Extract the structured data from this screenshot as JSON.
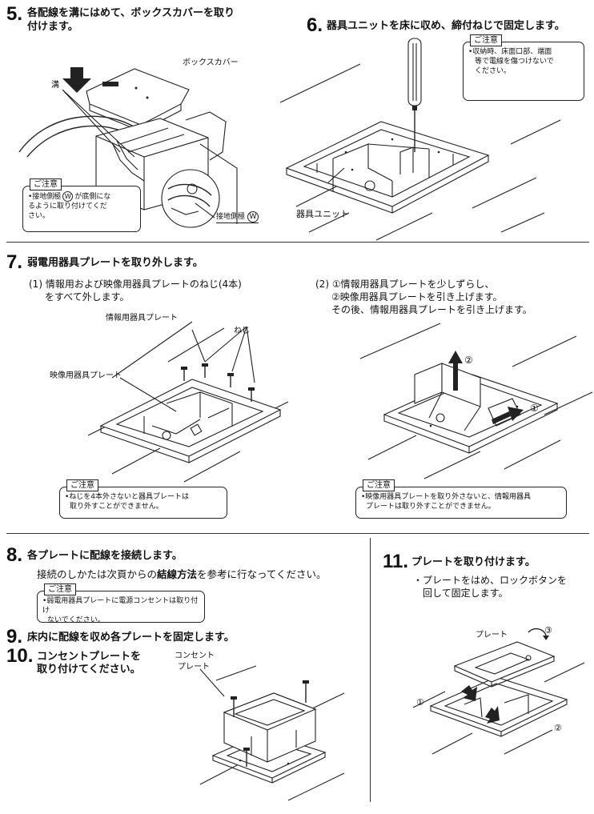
{
  "step5": {
    "number": "5.",
    "title_line1": "各配線を溝にはめて、ボックスカバーを取り",
    "title_line2": "付けます。",
    "label_box_cover": "ボックスカバー",
    "label_groove": "溝",
    "label_ground_side": "接地側極",
    "ground_symbol": "W",
    "caution_tag": "ご注意",
    "caution_pre": "•接地側極",
    "caution_post": "が底側にな",
    "caution_lines": [
      "るように取り付けてくだ",
      "さい。"
    ]
  },
  "step6": {
    "number": "6.",
    "title": "器具ユニットを床に収め、締付ねじで固定します。",
    "label_unit": "器具ユニット",
    "caution_tag": "ご注意",
    "caution_lines": [
      "•収納時、床面口部、端面",
      "等で電線を傷つけないで",
      "ください。"
    ]
  },
  "step7": {
    "number": "7.",
    "title": "弱電用器具プレートを取り外します。",
    "sub1_lines": [
      "(1) 情報用および映像用器具プレートのねじ(4本)",
      "をすべて外します。"
    ],
    "sub2_lines": [
      "(2) ①情報用器具プレートを少しずらし、",
      "②映像用器具プレートを引き上げます。",
      "その後、情報用器具プレートを引き上げます。"
    ],
    "label_info_plate": "情報用器具プレート",
    "label_video_plate": "映像用器具プレート",
    "label_screw": "ねじ",
    "arrow1": "①",
    "arrow2": "②",
    "caution1_tag": "ご注意",
    "caution1_lines": [
      "•ねじを4本外さないと器具プレートは",
      "取り外すことができません。"
    ],
    "caution2_tag": "ご注意",
    "caution2_lines": [
      "•映像用器具プレートを取り外さないと、情報用器具",
      "プレートは取り外すことができません。"
    ]
  },
  "step8": {
    "number": "8.",
    "title": "各プレートに配線を接続します。",
    "body_pre": "接続のしかたは次頁からの",
    "body_bold": "結線方法",
    "body_post": "を参考に行なってください。",
    "caution_tag": "ご注意",
    "caution_lines": [
      "•弱電用器具プレートに電源コンセントは取り付け",
      "ないでください。"
    ]
  },
  "step9": {
    "number": "9.",
    "title": "床内に配線を収め各プレートを固定します。"
  },
  "step10": {
    "number": "10.",
    "title_line1": "コンセントプレートを",
    "title_line2": "取り付けてください。",
    "label_line1": "コンセント",
    "label_line2": "プレート"
  },
  "step11": {
    "number": "11.",
    "title": "プレートを取り付けます。",
    "body_lines": [
      "・プレートをはめ、ロックボタンを",
      "回して固定します。"
    ],
    "label_plate": "プレート",
    "n1": "①",
    "n2": "②",
    "n3": "③"
  }
}
